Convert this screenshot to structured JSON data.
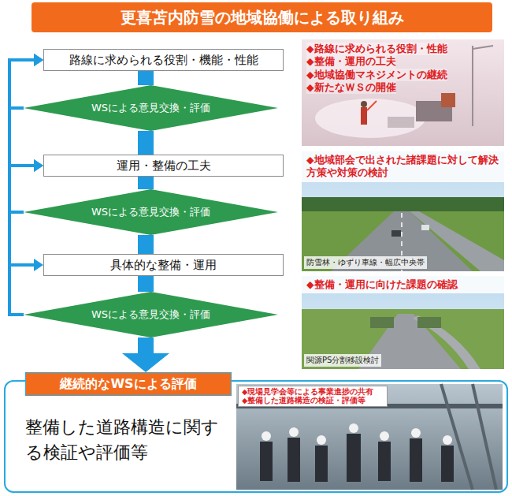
{
  "diagram": {
    "title": "更喜苫内防雪の地域協働による取り組み",
    "nodes": [
      {
        "text": [
          "路線に求められる役割・機能・性能"
        ]
      },
      {
        "text": [
          "WSによる意見交換・評価"
        ]
      },
      {
        "text": [
          "運用・整備の工夫"
        ]
      },
      {
        "text": [
          "WSによる意見交換・評価"
        ]
      },
      {
        "text": [
          "具体的な整備・運用"
        ]
      },
      {
        "text": [
          "WSによる意見交換・評価"
        ]
      },
      {
        "text": [
          "◆路線に求められる役割・性能",
          "◆整備・運用の工夫",
          "◆地域協働マネジメントの継続",
          "◆新たなＷＳの開催"
        ]
      },
      {
        "text": [
          "◆地域部会で出された諸課題に対して解決方策や対策の検討",
          "防雪林・ゆずり車線・幅広中央帯"
        ]
      },
      {
        "text": [
          "◆整備・運用に向けた課題の確認",
          "関源PS分割移設検討"
        ]
      },
      {
        "text": [
          "継続的なWSによる評価",
          "整備した道路構造に関する検証や評価等"
        ]
      },
      {
        "text": [
          "◆現場見学会等による事業進捗の共有",
          "◆整備した道路構造の検証・評価等"
        ],
        "in": 9
      }
    ],
    "edges": [
      {
        "from": 0,
        "to": 1,
        "arrow": "none"
      },
      {
        "from": 1,
        "to": 2,
        "arrow": "none"
      },
      {
        "from": 2,
        "to": 3,
        "arrow": "none"
      },
      {
        "from": 3,
        "to": 4,
        "arrow": "none"
      },
      {
        "from": 4,
        "to": 5,
        "arrow": "none"
      },
      {
        "from": 5,
        "to": 9,
        "arrow": "to"
      },
      {
        "from": 1,
        "to": 0,
        "arrow": "to"
      },
      {
        "from": 3,
        "to": 0,
        "arrow": "to"
      },
      {
        "from": 3,
        "to": 2,
        "arrow": "to"
      },
      {
        "from": 5,
        "to": 0,
        "arrow": "to"
      },
      {
        "from": 5,
        "to": 2,
        "arrow": "to"
      },
      {
        "from": 5,
        "to": 4,
        "arrow": "to"
      }
    ]
  }
}
